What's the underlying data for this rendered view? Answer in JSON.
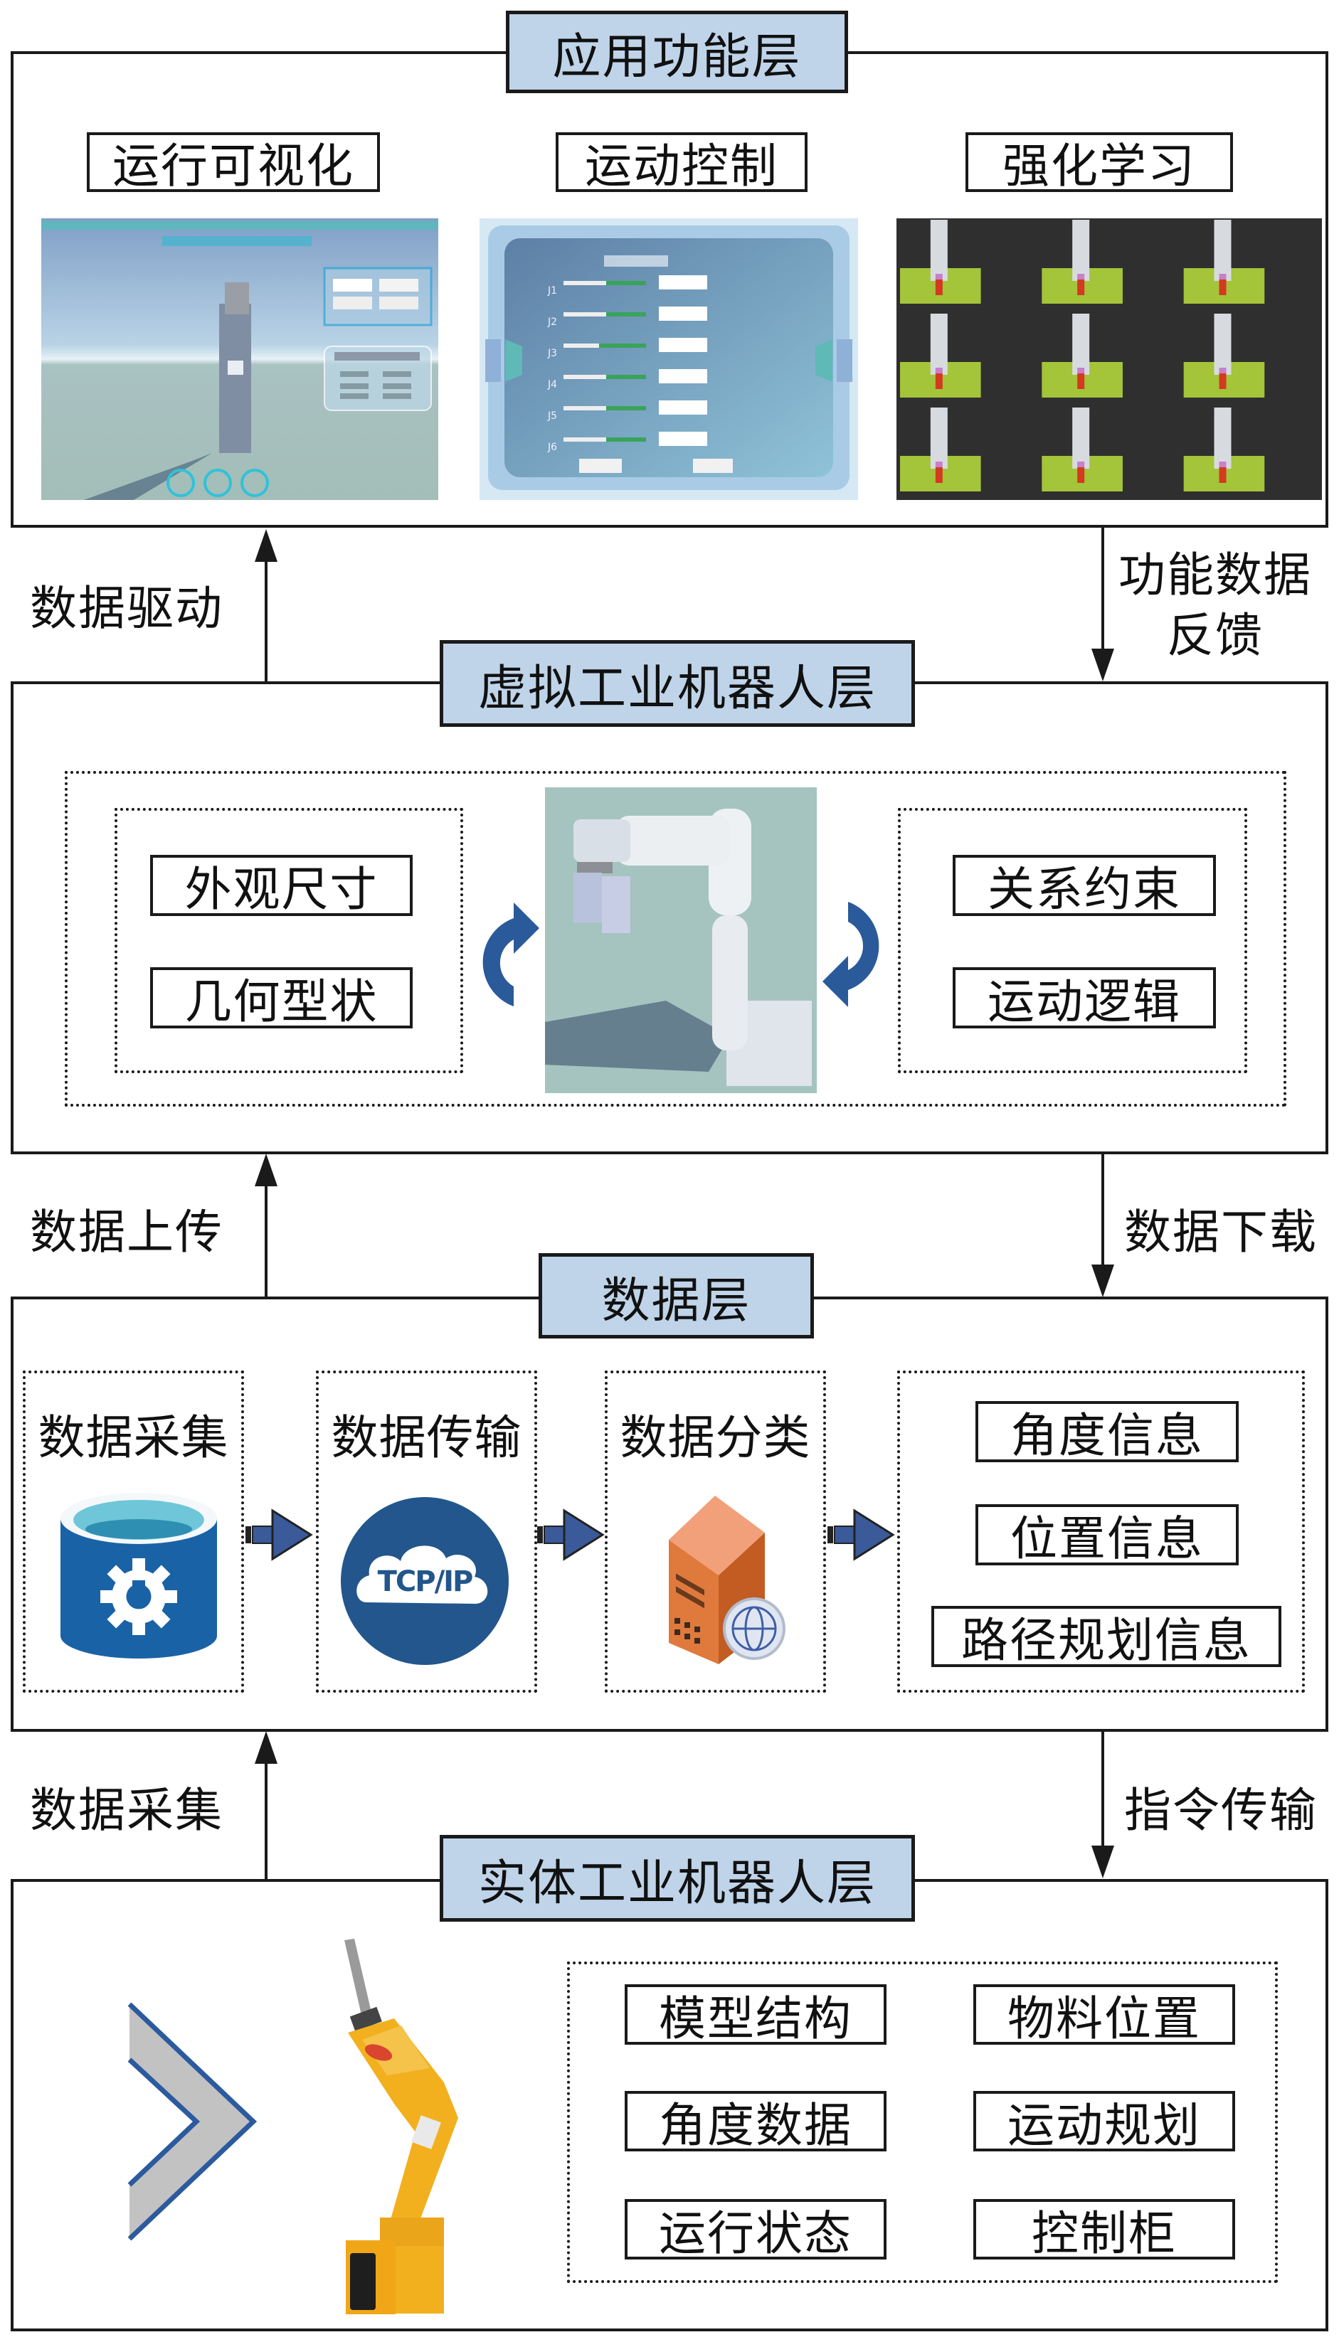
{
  "layers": {
    "application": {
      "title": "应用功能层",
      "modules": [
        {
          "label": "运行可视化",
          "thumbnail": "visualization-screenshot"
        },
        {
          "label": "运动控制",
          "thumbnail": "motion-control-panel-screenshot"
        },
        {
          "label": "强化学习",
          "thumbnail": "reinforcement-learning-grid-screenshot"
        }
      ],
      "motion_control_joints": [
        "J1",
        "J2",
        "J3",
        "J4",
        "J5",
        "J6"
      ]
    },
    "virtual_robot": {
      "title": "虚拟工业机器人层",
      "left_items": [
        "外观尺寸",
        "几何型状"
      ],
      "right_items": [
        "关系约束",
        "运动逻辑"
      ],
      "center_image": "virtual-robot-arm-model"
    },
    "data": {
      "title": "数据层",
      "stages": [
        {
          "label": "数据采集",
          "icon": "database-gear-icon"
        },
        {
          "label": "数据传输",
          "icon": "tcp-ip-cloud-icon",
          "icon_text": "TCP/IP"
        },
        {
          "label": "数据分类",
          "icon": "server-globe-icon"
        }
      ],
      "outputs": [
        "角度信息",
        "位置信息",
        "路径规划信息"
      ]
    },
    "physical_robot": {
      "title": "实体工业机器人层",
      "items": [
        "模型结构",
        "物料位置",
        "角度数据",
        "运动规划",
        "运行状态",
        "控制柜"
      ]
    }
  },
  "flows": {
    "virtual_to_application": {
      "label": "数据驱动",
      "direction": "up"
    },
    "application_to_virtual": {
      "label_line1": "功能数据",
      "label_line2": "反馈",
      "direction": "down"
    },
    "data_to_virtual": {
      "label": "数据上传",
      "direction": "up"
    },
    "virtual_to_data": {
      "label": "数据下载",
      "direction": "down"
    },
    "physical_to_data": {
      "label": "数据采集",
      "direction": "up"
    },
    "data_to_physical": {
      "label": "指令传输",
      "direction": "down"
    }
  },
  "colors": {
    "title_fill": "#bfd4e9",
    "accent_blue": "#22568c",
    "db_blue": "#1a62a6",
    "db_cyan": "#6fc6d9",
    "server_orange": "#e07a3c",
    "rl_green": "#a4c43a",
    "robot_yellow": "#f2b01e"
  }
}
